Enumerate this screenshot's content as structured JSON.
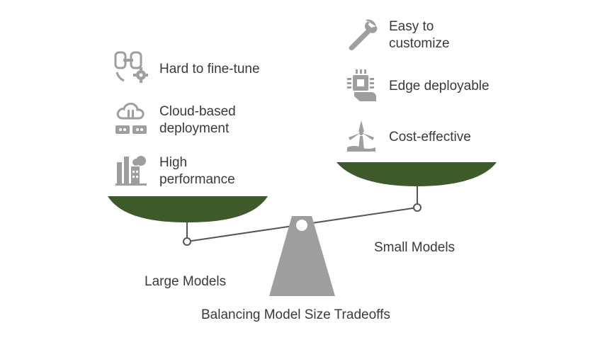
{
  "diagram": {
    "title": "Balancing Model Size Tradeoffs",
    "large_models": {
      "label": "Large Models",
      "traits": [
        {
          "icon": "chain-gear-icon",
          "text": "Hard to fine-tune"
        },
        {
          "icon": "cloud-server-icon",
          "text": "Cloud-based\ndeployment"
        },
        {
          "icon": "factory-cloud-icon",
          "text": "High\nperformance"
        }
      ]
    },
    "small_models": {
      "label": "Small Models",
      "traits": [
        {
          "icon": "wrench-icon",
          "text": "Easy to\ncustomize"
        },
        {
          "icon": "chip-hand-icon",
          "text": "Edge deployable"
        },
        {
          "icon": "wind-turbine-icon",
          "text": "Cost-effective"
        }
      ]
    },
    "colors": {
      "pan": "#3e5a2b",
      "fulcrum": "#9e9e9e",
      "icon": "#9e9e9e",
      "beam": "#555555"
    }
  }
}
